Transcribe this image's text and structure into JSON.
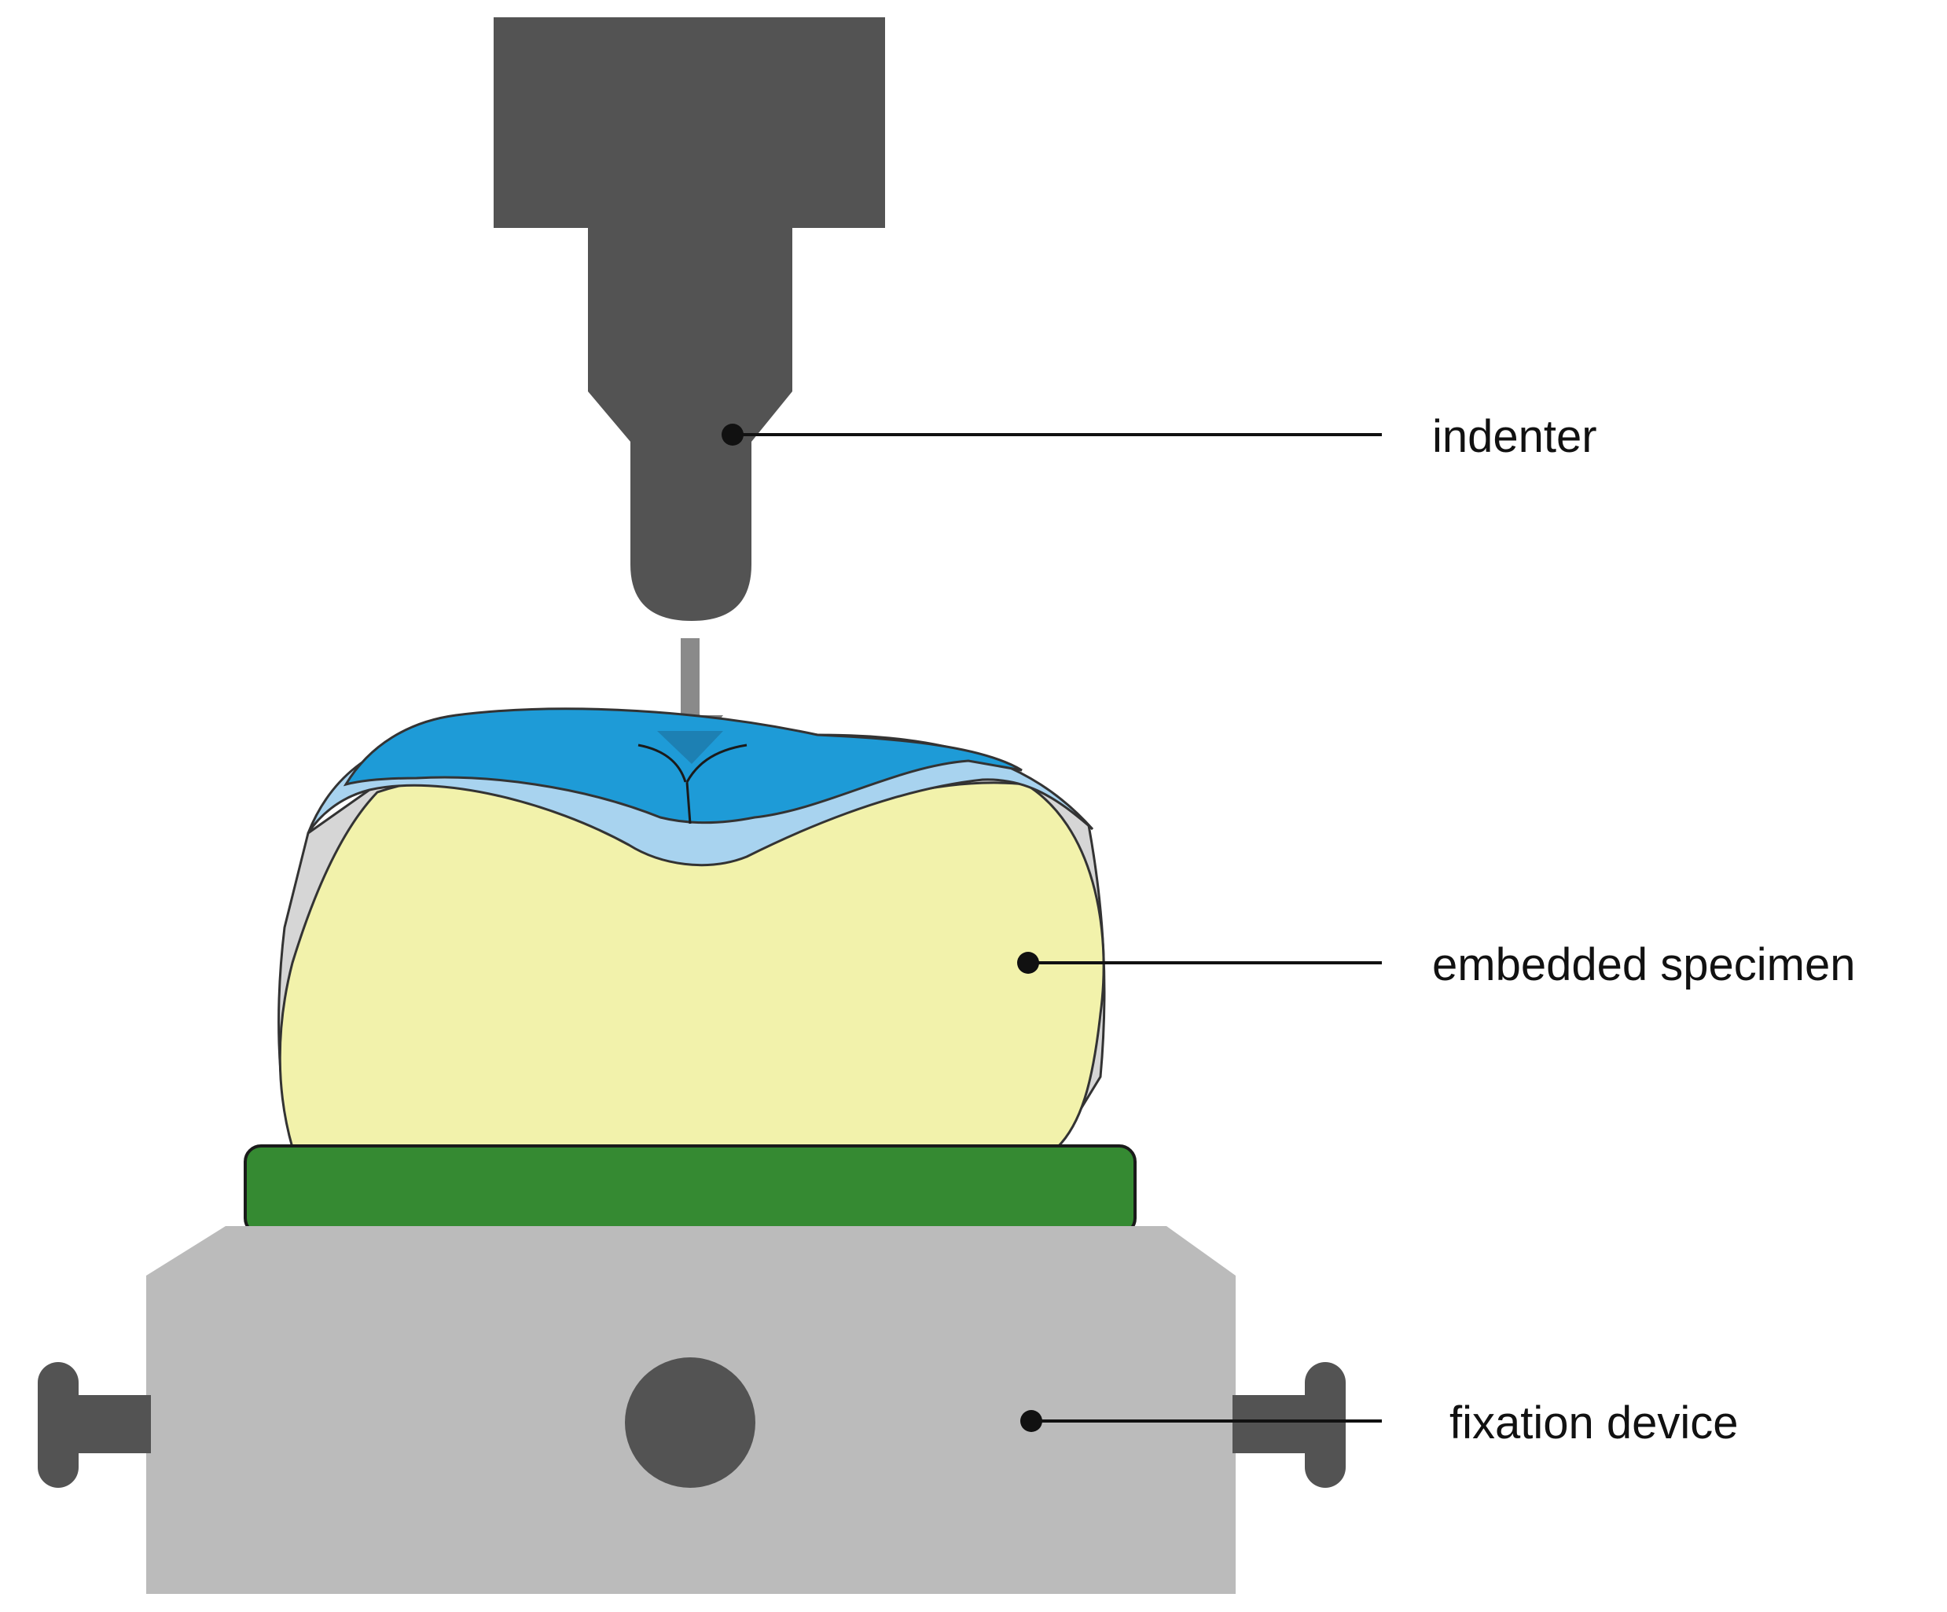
{
  "labels": {
    "indenter": "indenter",
    "specimen": "embedded specimen",
    "fixation": "fixation device"
  },
  "colors": {
    "indenter": "#535353",
    "load_arrow": "#8a8a8a",
    "crown_dark": "#1e9bd7",
    "crown_light": "#a8d3ef",
    "cement": "#d6d6d6",
    "tooth": "#f2f2ab",
    "base_plate": "#358a32",
    "fixation_block": "#bbbbbb",
    "fixation_knob": "#535353"
  }
}
